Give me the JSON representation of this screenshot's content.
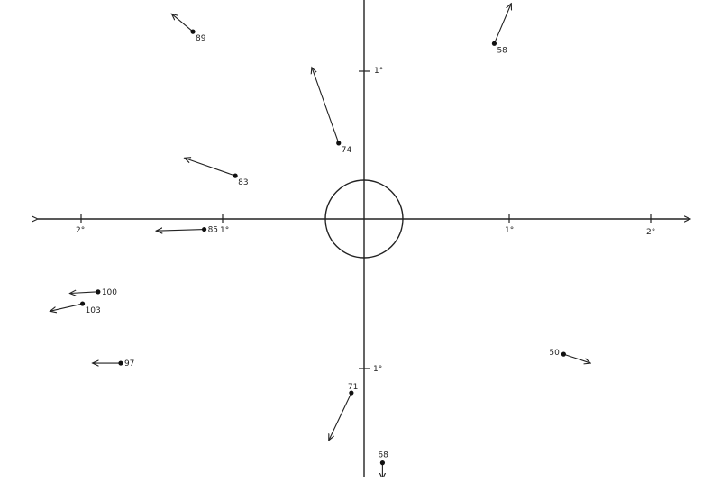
{
  "axis_labels": {
    "x_left_2": "2°",
    "x_left_1": "1°",
    "x_right_1": "1°",
    "x_right_2": "2°",
    "y_up_1": "1°",
    "y_down_1": "1°"
  },
  "stars": [
    {
      "id": "89",
      "label": "89",
      "from": [
        -1.21,
        1.26
      ],
      "to": [
        -1.36,
        1.38
      ]
    },
    {
      "id": "58",
      "label": "58",
      "from": [
        0.92,
        1.18
      ],
      "to": [
        1.04,
        1.45
      ]
    },
    {
      "id": "74",
      "label": "74",
      "from": [
        -0.18,
        0.51
      ],
      "to": [
        -0.37,
        1.02
      ]
    },
    {
      "id": "83",
      "label": "83",
      "from": [
        -0.91,
        0.29
      ],
      "to": [
        -1.27,
        0.41
      ]
    },
    {
      "id": "85",
      "label": "85",
      "from": [
        -1.13,
        -0.07
      ],
      "to": [
        -1.47,
        -0.08
      ]
    },
    {
      "id": "100",
      "label": "100",
      "from": [
        -1.88,
        -0.49
      ],
      "to": [
        -2.08,
        -0.5
      ]
    },
    {
      "id": "103",
      "label": "103",
      "from": [
        -1.99,
        -0.57
      ],
      "to": [
        -2.22,
        -0.62
      ]
    },
    {
      "id": "97",
      "label": "97",
      "from": [
        -1.72,
        -0.97
      ],
      "to": [
        -1.92,
        -0.97
      ]
    },
    {
      "id": "50",
      "label": "50",
      "from": [
        1.41,
        -0.91
      ],
      "to": [
        1.6,
        -0.97
      ]
    },
    {
      "id": "71",
      "label": "71",
      "from": [
        -0.09,
        -1.17
      ],
      "to": [
        -0.25,
        -1.49
      ]
    },
    {
      "id": "68",
      "label": "68",
      "from": [
        0.13,
        -1.64
      ],
      "to": [
        0.13,
        -1.75
      ]
    }
  ]
}
